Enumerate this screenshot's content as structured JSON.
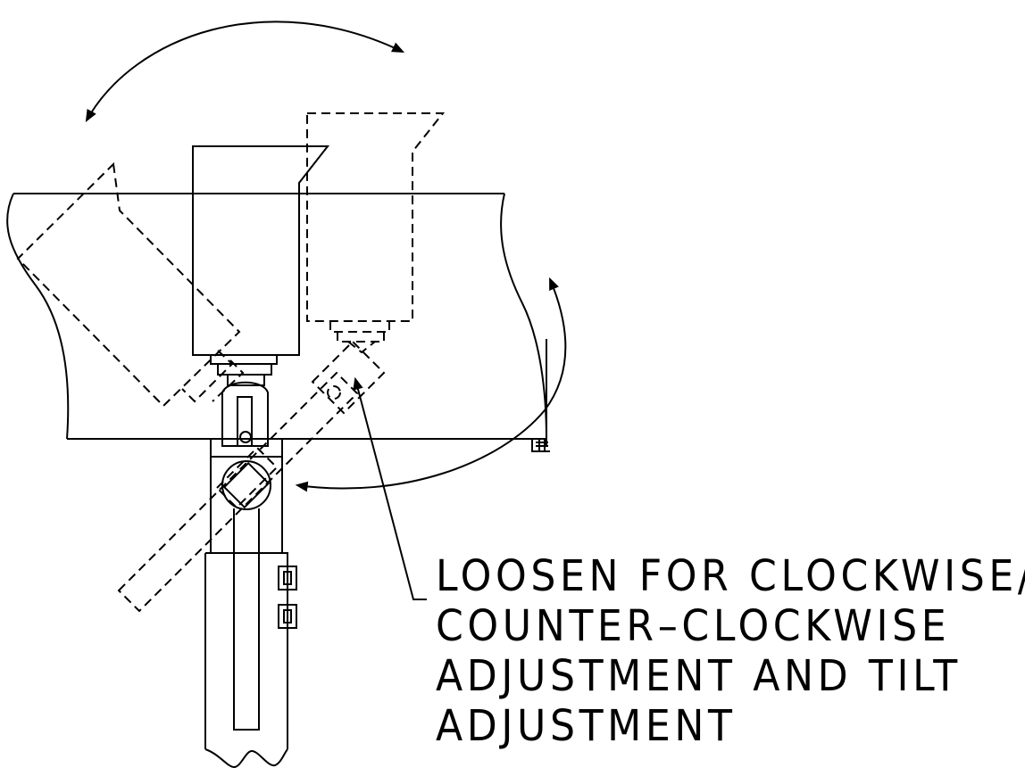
{
  "callout": {
    "lines": [
      "LOOSEN FOR CLOCKWISE/",
      "COUNTER–CLOCKWISE",
      "ADJUSTMENT AND TILT",
      "ADJUSTMENT"
    ]
  },
  "colors": {
    "line": "#000000",
    "background": "#ffffff"
  },
  "icons": [
    "rotation-arrow",
    "tilt-arrow",
    "leader-arrow"
  ]
}
